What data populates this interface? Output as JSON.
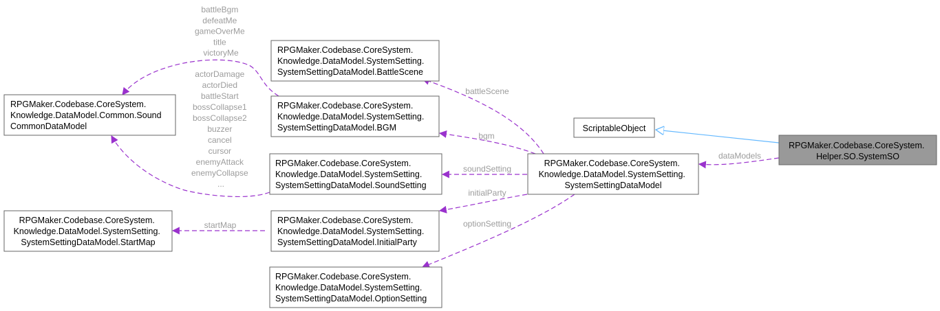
{
  "nodes": {
    "system_so": [
      "RPGMaker.Codebase.CoreSystem.",
      "Helper.SO.SystemSO"
    ],
    "scriptable_object": [
      "ScriptableObject"
    ],
    "system_setting_data_model": [
      "RPGMaker.Codebase.CoreSystem.",
      "Knowledge.DataModel.SystemSetting.",
      "SystemSettingDataModel"
    ],
    "battle_scene": [
      "RPGMaker.Codebase.CoreSystem.",
      "Knowledge.DataModel.SystemSetting.",
      "SystemSettingDataModel.BattleScene"
    ],
    "bgm": [
      "RPGMaker.Codebase.CoreSystem.",
      "Knowledge.DataModel.SystemSetting.",
      "SystemSettingDataModel.BGM"
    ],
    "sound_setting": [
      "RPGMaker.Codebase.CoreSystem.",
      "Knowledge.DataModel.SystemSetting.",
      "SystemSettingDataModel.SoundSetting"
    ],
    "initial_party": [
      "RPGMaker.Codebase.CoreSystem.",
      "Knowledge.DataModel.SystemSetting.",
      "SystemSettingDataModel.InitialParty"
    ],
    "option_setting": [
      "RPGMaker.Codebase.CoreSystem.",
      "Knowledge.DataModel.SystemSetting.",
      "SystemSettingDataModel.OptionSetting"
    ],
    "sound_common": [
      "RPGMaker.Codebase.CoreSystem.",
      "Knowledge.DataModel.Common.Sound",
      "CommonDataModel"
    ],
    "start_map": [
      "RPGMaker.Codebase.CoreSystem.",
      "Knowledge.DataModel.SystemSetting.",
      "SystemSettingDataModel.StartMap"
    ]
  },
  "edge_labels": {
    "data_models": [
      "dataModels"
    ],
    "battle_scene": [
      "battleScene"
    ],
    "bgm": [
      "bgm"
    ],
    "sound_setting": [
      "soundSetting"
    ],
    "initial_party": [
      "initialParty"
    ],
    "option_setting": [
      "optionSetting"
    ],
    "start_map": [
      "startMap"
    ],
    "bgm_to_sound": [
      "battleBgm",
      "defeatMe",
      "gameOverMe",
      "title",
      "victoryMe"
    ],
    "sound_setting_to_sound": [
      "actorDamage",
      "actorDied",
      "battleStart",
      "bossCollapse1",
      "bossCollapse2",
      "buzzer",
      "cancel",
      "cursor",
      "enemyAttack",
      "enemyCollapse",
      "..."
    ]
  },
  "colors": {
    "association_arrow": "#9a32cd",
    "inheritance_arrow": "#63b8ff",
    "focus_node_fill": "#999999",
    "node_border": "#666666",
    "edge_label_text": "#9c9c9c"
  }
}
